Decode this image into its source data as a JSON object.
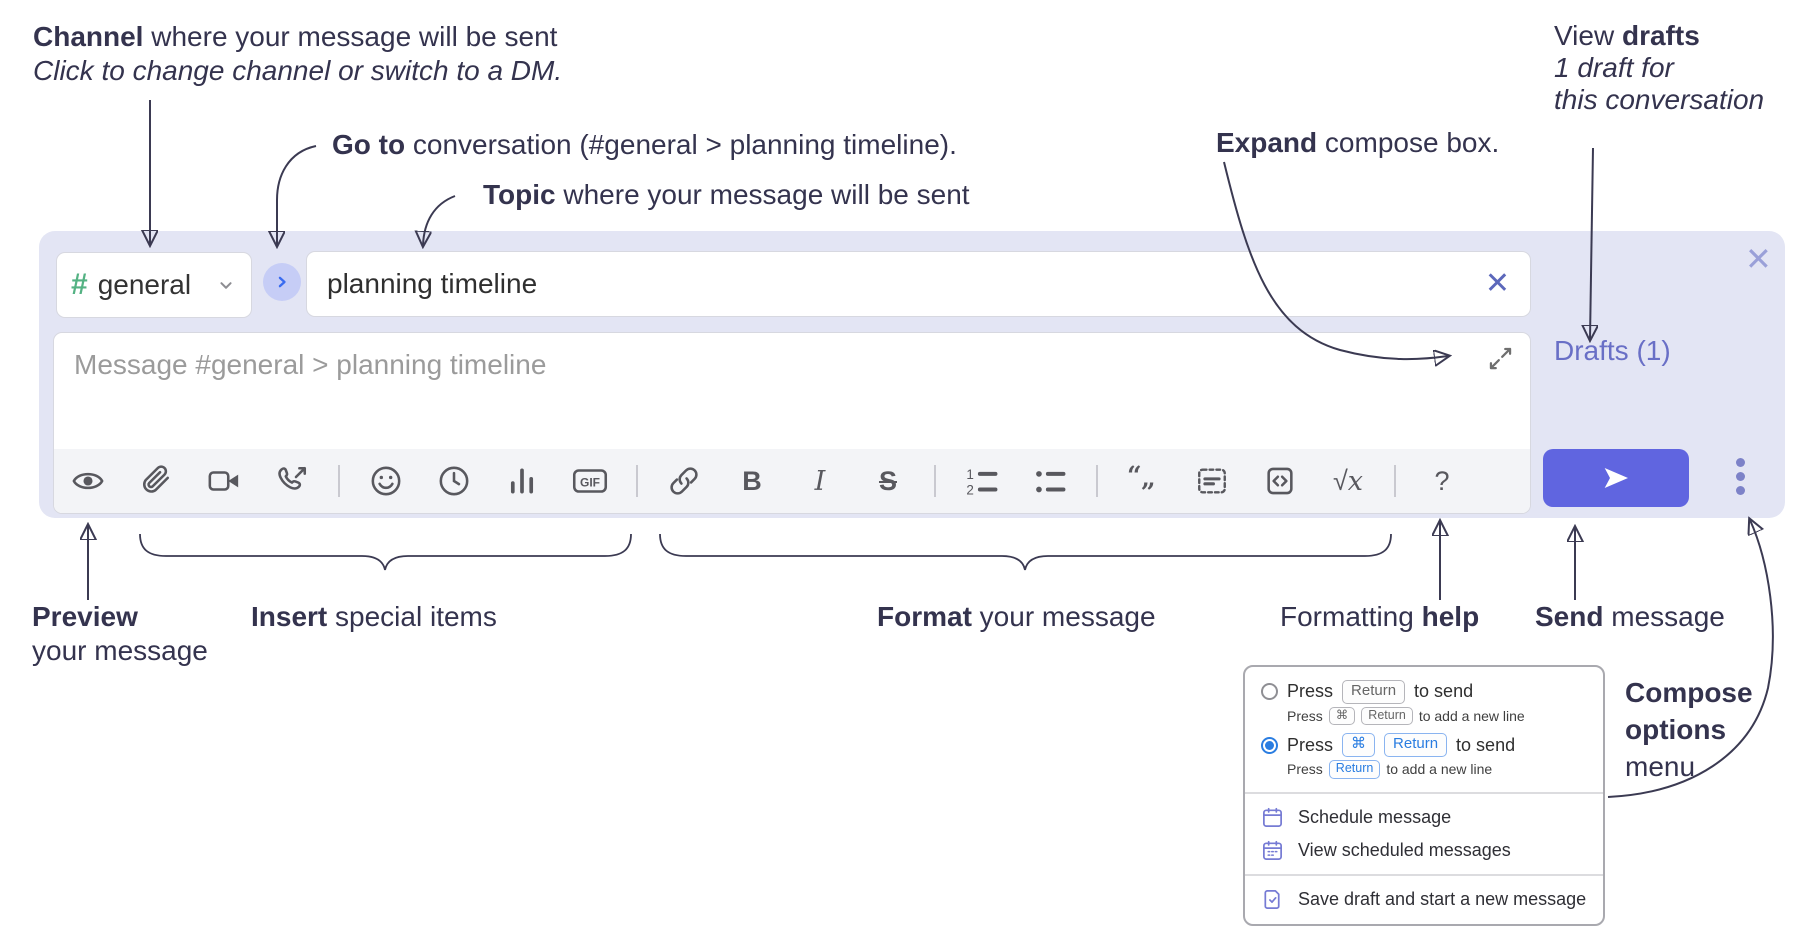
{
  "annotations": {
    "channel_line1_bold": "Channel",
    "channel_line1_rest": " where your message will be sent",
    "channel_line2": "Click to change channel or switch to a DM.",
    "goto_bold": "Go to",
    "goto_rest": " conversation (#general > planning timeline).",
    "topic_bold": "Topic",
    "topic_rest": " where your message will be sent",
    "expand_bold": "Expand",
    "expand_rest": " compose box.",
    "view_drafts_pre": "View ",
    "view_drafts_bold": "drafts",
    "view_drafts_line2": "1 draft for",
    "view_drafts_line3": "this conversation",
    "preview_bold": "Preview",
    "preview_line2": "your message",
    "insert_bold": "Insert",
    "insert_rest": " special items",
    "format_bold": "Format",
    "format_rest": " your message",
    "help_pre": "Formatting ",
    "help_bold": "help",
    "send_bold": "Send",
    "send_rest": " message",
    "compose_options_line1": "Compose",
    "compose_options_line2": "options",
    "compose_options_line3": "menu"
  },
  "compose": {
    "channel": {
      "hash": "#",
      "name": "general"
    },
    "topic_value": "planning timeline",
    "topic_clear_x": "✕",
    "close_x": "✕",
    "message_placeholder": "Message #general > planning timeline",
    "drafts_link": "Drafts (1)",
    "toolbar": {
      "icons": [
        "preview-eye",
        "attach-file",
        "video-call",
        "voice-call",
        "emoji",
        "global-time",
        "poll",
        "gif",
        "link",
        "bold",
        "italic",
        "strikethrough",
        "numbered-list",
        "bulleted-list",
        "quote",
        "spoiler",
        "code",
        "math",
        "help"
      ],
      "gif_label": "GIF",
      "bold_label": "B",
      "italic_label": "I",
      "strike_label": "S",
      "math_sqrt": "√",
      "math_x": "x",
      "help_label": "?"
    }
  },
  "popup": {
    "options": [
      {
        "selected": false,
        "main_pre": "Press",
        "main_key1": "Return",
        "main_post": "to send",
        "sub_pre": "Press",
        "sub_key1": "⌘",
        "sub_key2": "Return",
        "sub_post": "to add a new line"
      },
      {
        "selected": true,
        "main_pre": "Press",
        "main_key1": "⌘",
        "main_key2": "Return",
        "main_post": "to send",
        "sub_pre": "Press",
        "sub_key1": "Return",
        "sub_post": "to add a new line"
      }
    ],
    "menu_items": [
      {
        "label": "Schedule message"
      },
      {
        "label": "View scheduled messages"
      },
      {
        "label": "Save draft and start a new message"
      }
    ]
  },
  "colors": {
    "panel_bg": "#e3e5f4",
    "accent_indigo": "#6065e0",
    "drafts_link": "#696fc6",
    "hash_green": "#54b283",
    "radio_blue": "#2a7de1",
    "menu_icon_purple": "#767bd4",
    "annotation_ink": "#34334e"
  }
}
